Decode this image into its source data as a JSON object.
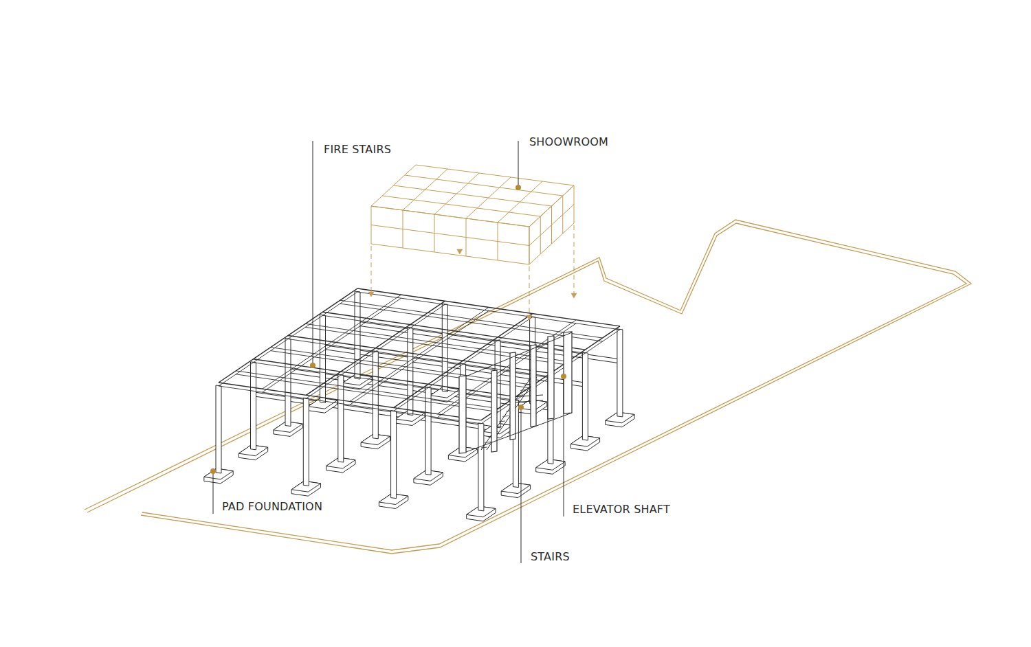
{
  "diagram": {
    "labels": [
      "FIRE STAIRS",
      "SHOOWROOM",
      "PAD FOUNDATION",
      "ELEVATOR SHAFT",
      "STAIRS"
    ]
  }
}
